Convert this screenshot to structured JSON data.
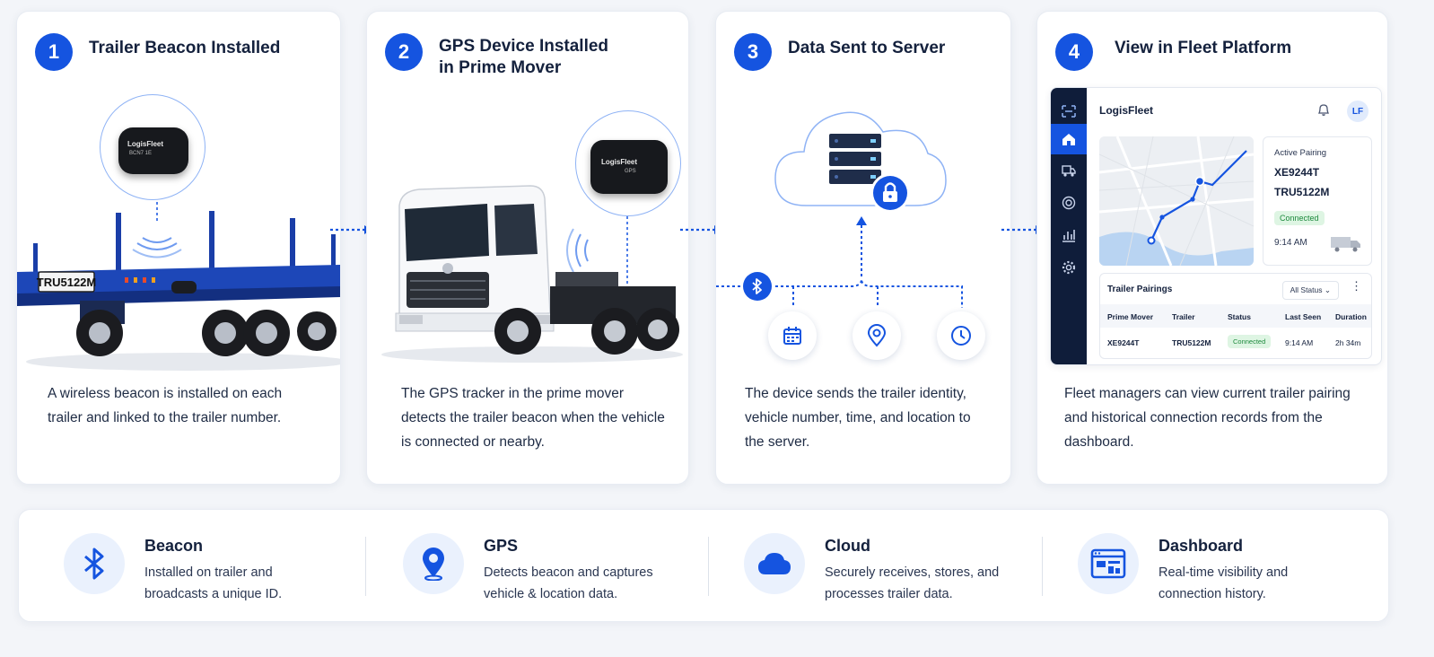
{
  "steps": [
    {
      "number": "1",
      "title": "Trailer Beacon Installed",
      "desc": "A wireless beacon is installed on each trailer and linked to the trailer number."
    },
    {
      "number": "2",
      "title_line1": "GPS Device Installed",
      "title_line2": "in Prime Mover",
      "desc": "The GPS tracker in the prime mover detects the trailer beacon when the vehicle is connected or nearby."
    },
    {
      "number": "3",
      "title": "Data Sent to Server",
      "desc": "The device sends the trailer identity, vehicle number, time, and location to the server."
    },
    {
      "number": "4",
      "title": "View in Fleet Platform",
      "desc": "Fleet managers can view current trailer pairing and historical connection records from the dashboard."
    }
  ],
  "beacon": {
    "brand": "LogisFleet",
    "code": "BCN7 1E"
  },
  "trailer": {
    "plate": "TRU5122M"
  },
  "gps": {
    "brand": "LogisFleet",
    "label": "GPS"
  },
  "dashboard": {
    "brand": "LogisFleet",
    "avatar": "LF",
    "active_pairing_label": "Active Pairing",
    "prime_mover": "XE9244T",
    "trailer": "TRU5122M",
    "status": "Connected",
    "time": "9:14 AM",
    "table_title": "Trailer Pairings",
    "filter": "All Status",
    "columns": [
      "Prime Mover",
      "Trailer",
      "Status",
      "Last Seen",
      "Duration"
    ],
    "rows": [
      {
        "prime_mover": "XE9244T",
        "trailer": "TRU5122M",
        "status": "Connected",
        "last_seen": "9:14 AM",
        "duration": "2h 34m"
      }
    ]
  },
  "features": [
    {
      "icon": "bluetooth-icon",
      "title": "Beacon",
      "desc": "Installed on trailer and broadcasts a unique ID."
    },
    {
      "icon": "location-pin-icon",
      "title": "GPS",
      "desc": "Detects beacon and captures vehicle & location data."
    },
    {
      "icon": "cloud-icon",
      "title": "Cloud",
      "desc": "Securely receives, stores, and processes trailer data."
    },
    {
      "icon": "dashboard-icon",
      "title": "Dashboard",
      "desc": "Real-time visibility and connection history."
    }
  ],
  "colors": {
    "accent": "#1554e0",
    "dark_nav": "#0f1d3a",
    "success": "#1d8a3d"
  }
}
